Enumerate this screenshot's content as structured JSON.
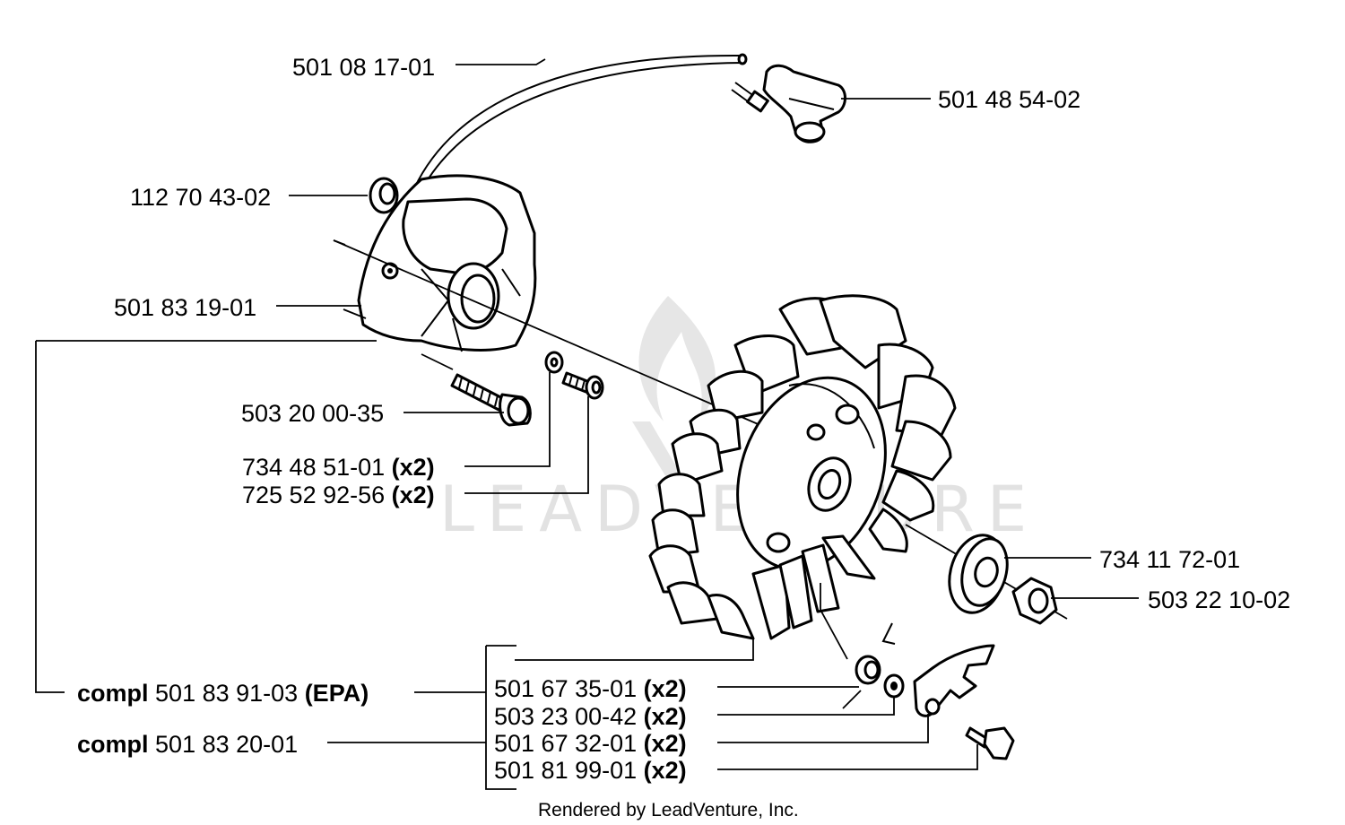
{
  "watermark": {
    "text": "LEADVENTURE"
  },
  "footer": {
    "text": "Rendered by LeadVenture, Inc."
  },
  "labels": {
    "hv_lead": "501 08 17-01",
    "spark_cap": "501 48 54-02",
    "grommet": "112 70 43-02",
    "ignition_module": "501 83 19-01",
    "bolt": "503 20 00-35",
    "washer": {
      "part": "734 48 51-01",
      "qty": "(x2)"
    },
    "screw": {
      "part": "725 52 92-56",
      "qty": "(x2)"
    },
    "washer_large": "734 11 72-01",
    "nut": "503 22 10-02",
    "kit_epa": {
      "prefix": "compl",
      "part": "501 83 91-03",
      "suffix": "(EPA)"
    },
    "kit": {
      "prefix": "compl",
      "part": "501 83 20-01"
    },
    "spring": {
      "part": "501 67 35-01",
      "qty": "(x2)"
    },
    "washer_small": {
      "part": "503 23 00-42",
      "qty": "(x2)"
    },
    "pawl": {
      "part": "501 67 32-01",
      "qty": "(x2)"
    },
    "pawl_screw": {
      "part": "501 81 99-01",
      "qty": "(x2)"
    }
  }
}
